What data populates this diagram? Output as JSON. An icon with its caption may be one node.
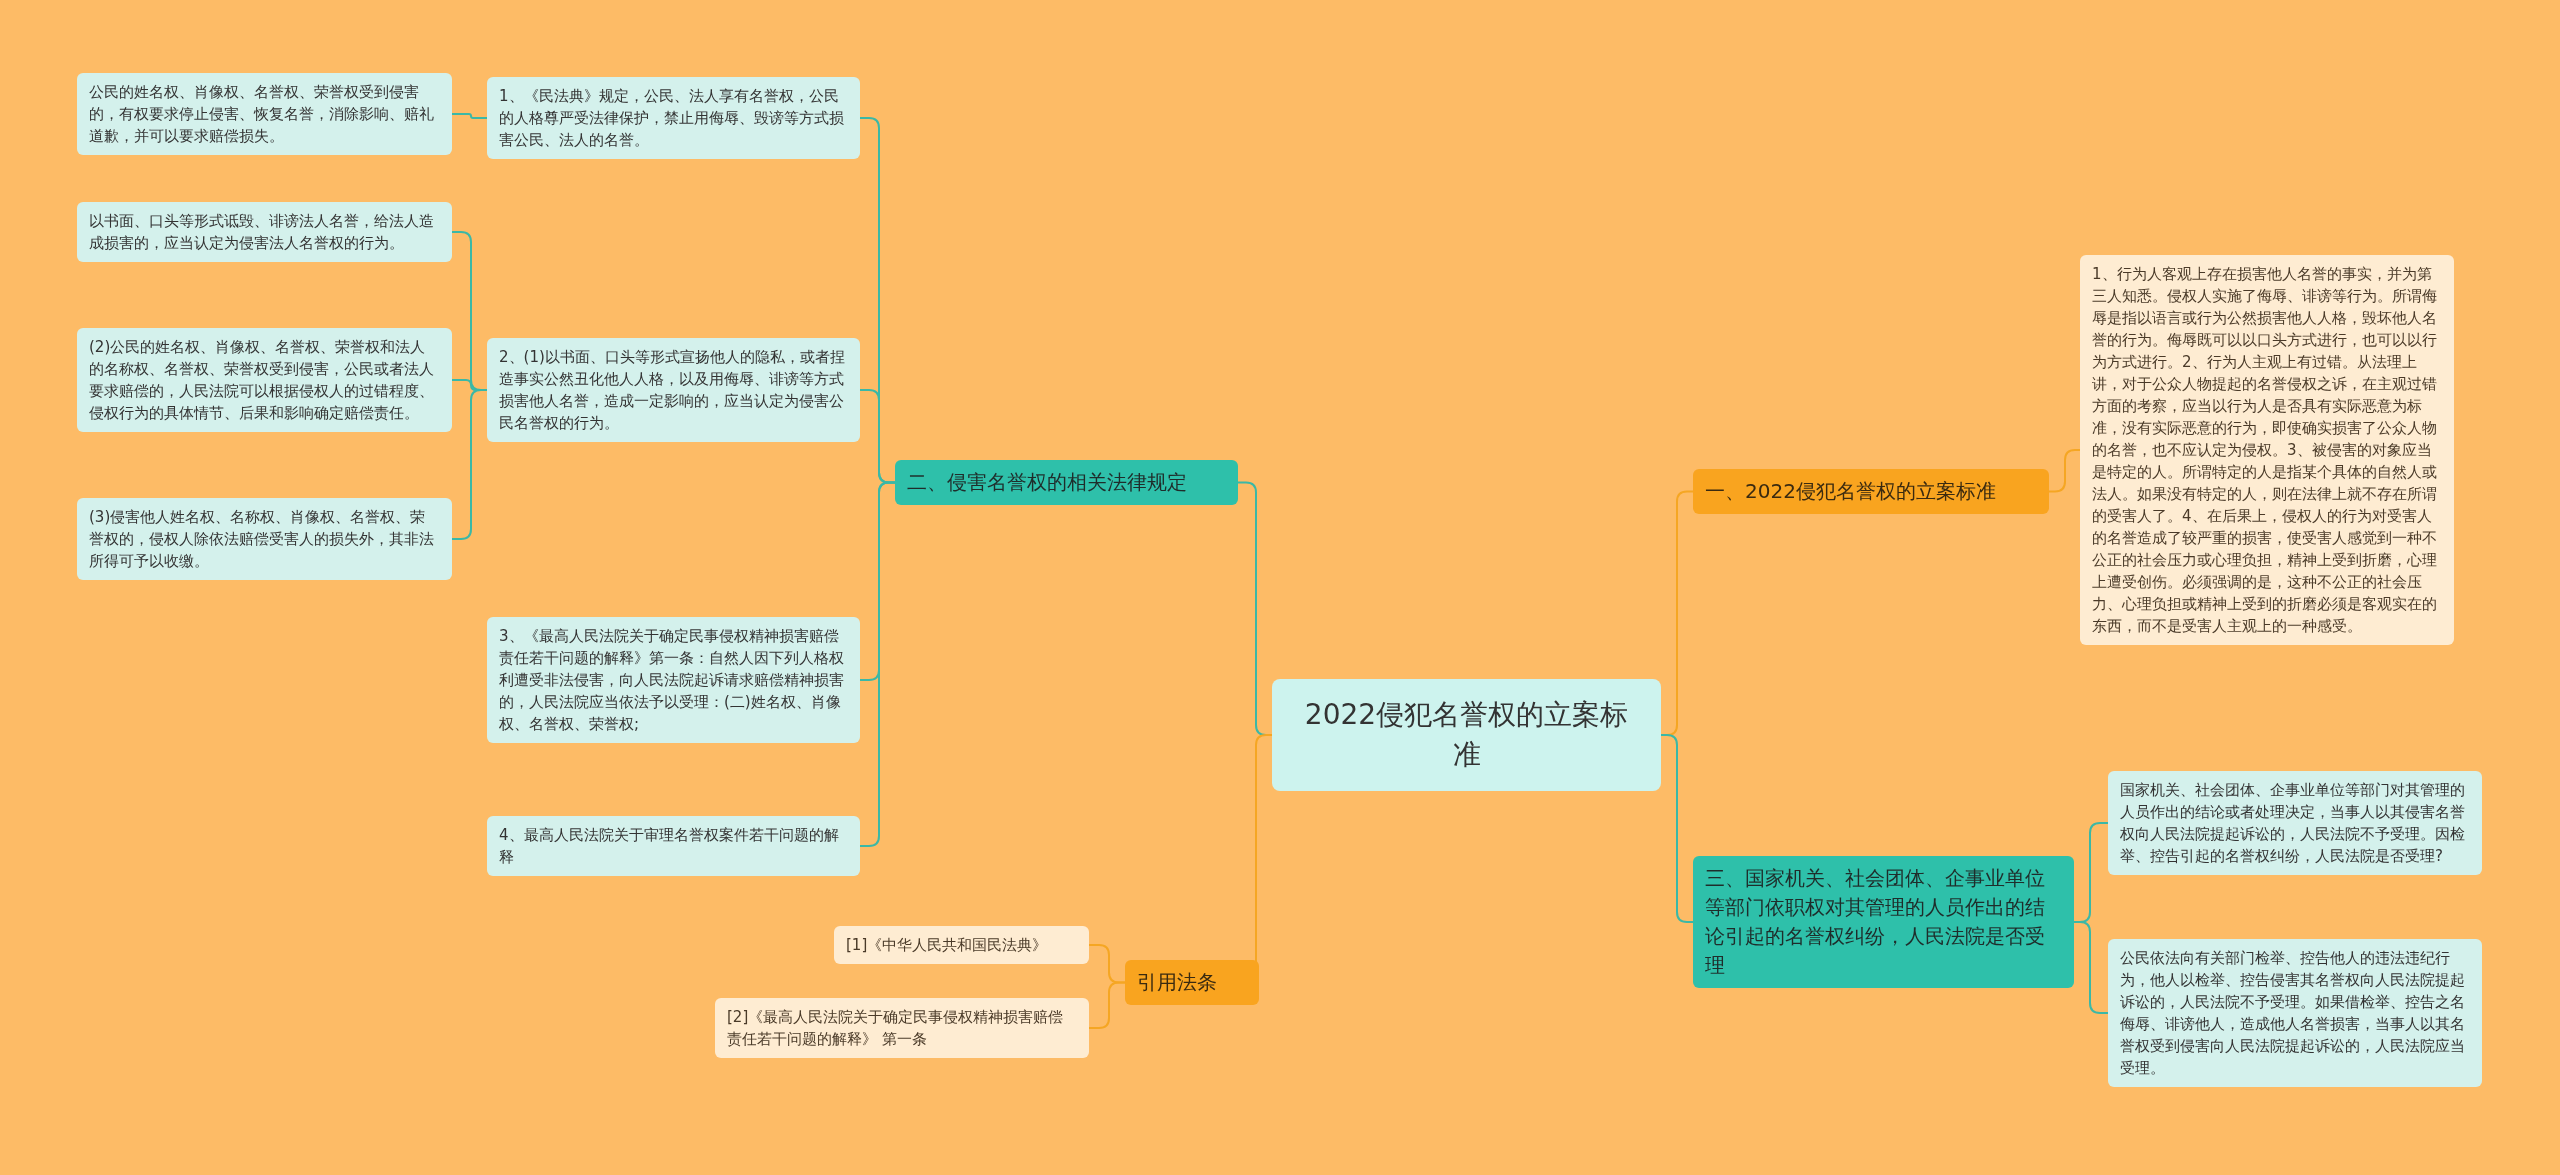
{
  "diagram": {
    "nodes": [
      {
        "text": [
          "2022侵犯名誉权的立案标准"
        ]
      },
      {
        "text": [
          "二、侵害名誉权的相关法律规定"
        ]
      },
      {
        "text": [
          "1、《民法典》规定，公民、法人享有名誉权，公民的人格尊严受法律保护，禁止用侮辱、毁谤等方式损害公民、法人的名誉。"
        ]
      },
      {
        "text": [
          "公民的姓名权、肖像权、名誉权、荣誉权受到侵害的，有权要求停止侵害、恢复名誉，消除影响、赔礼道歉，并可以要求赔偿损失。"
        ]
      },
      {
        "text": [
          "2、(1)以书面、口头等形式宣扬他人的隐私，或者捏造事实公然丑化他人人格，以及用侮辱、诽谤等方式损害他人名誉，造成一定影响的，应当认定为侵害公民名誉权的行为。"
        ]
      },
      {
        "text": [
          "以书面、口头等形式诋毁、诽谤法人名誉，给法人造成损害的，应当认定为侵害法人名誉权的行为。"
        ]
      },
      {
        "text": [
          "(2)公民的姓名权、肖像权、名誉权、荣誉权和法人的名称权、名誉权、荣誉权受到侵害，公民或者法人要求赔偿的，人民法院可以根据侵权人的过错程度、侵权行为的具体情节、后果和影响确定赔偿责任。"
        ]
      },
      {
        "text": [
          "(3)侵害他人姓名权、名称权、肖像权、名誉权、荣誉权的，侵权人除依法赔偿受害人的损失外，其非法所得可予以收缴。"
        ]
      },
      {
        "text": [
          "3、《最高人民法院关于确定民事侵权精神损害赔偿责任若干问题的解释》第一条：自然人因下列人格权利遭受非法侵害，向人民法院起诉请求赔偿精神损害的，人民法院应当依法予以受理：(二)姓名权、肖像权、名誉权、荣誉权;"
        ]
      },
      {
        "text": [
          "4、最高人民法院关于审理名誉权案件若干问题的解释"
        ]
      },
      {
        "text": [
          "引用法条"
        ]
      },
      {
        "text": [
          "[1]《中华人民共和国民法典》"
        ]
      },
      {
        "text": [
          "[2]《最高人民法院关于确定民事侵权精神损害赔偿责任若干问题的解释》 第一条"
        ]
      },
      {
        "text": [
          "一、2022侵犯名誉权的立案标准"
        ]
      },
      {
        "text": [
          "1、行为人客观上存在损害他人名誉的事实，并为第三人知悉。侵权人实施了侮辱、诽谤等行为。所谓侮辱是指以语言或行为公然损害他人人格，毁坏他人名誉的行为。侮辱既可以以口头方式进行，也可以以行为方式进行。2、行为人主观上有过错。从法理上讲，对于公众人物提起的名誉侵权之诉，在主观过错方面的考察，应当以行为人是否具有实际恶意为标准，没有实际恶意的行为，即使确实损害了公众人物的名誉，也不应认定为侵权。3、被侵害的对象应当是特定的人。所谓特定的人是指某个具体的自然人或法人。如果没有特定的人，则在法律上就不存在所谓的受害人了。4、在后果上，侵权人的行为对受害人的名誉造成了较严重的损害，使受害人感觉到一种不公正的社会压力或心理负担，精神上受到折磨，心理上遭受创伤。必须强调的是，这种不公正的社会压力、心理负担或精神上受到的折磨必须是客观实在的东西，而不是受害人主观上的一种感受。"
        ]
      },
      {
        "text": [
          "三、国家机关、社会团体、企事业单位等部门依职权对其管理的人员作出的结论引起的名誉权纠纷，人民法院是否受理"
        ]
      },
      {
        "text": [
          "国家机关、社会团体、企事业单位等部门对其管理的人员作出的结论或者处理决定，当事人以其侵害名誉权向人民法院提起诉讼的，人民法院不予受理。因检举、控告引起的名誉权纠纷，人民法院是否受理?"
        ]
      },
      {
        "text": [
          "公民依法向有关部门检举、控告他人的违法违纪行为，他人以检举、控告侵害其名誉权向人民法院提起诉讼的，人民法院不予受理。如果借检举、控告之名侮辱、诽谤他人，造成他人名誉损害，当事人以其名誉权受到侵害向人民法院提起诉讼的，人民法院应当受理。"
        ]
      }
    ],
    "edges": [
      {
        "from": 0,
        "to": 1,
        "arrow": "none"
      },
      {
        "from": 1,
        "to": 2,
        "arrow": "none"
      },
      {
        "from": 2,
        "to": 3,
        "arrow": "none"
      },
      {
        "from": 1,
        "to": 4,
        "arrow": "none"
      },
      {
        "from": 4,
        "to": 5,
        "arrow": "none"
      },
      {
        "from": 4,
        "to": 6,
        "arrow": "none"
      },
      {
        "from": 4,
        "to": 7,
        "arrow": "none"
      },
      {
        "from": 1,
        "to": 8,
        "arrow": "none"
      },
      {
        "from": 1,
        "to": 9,
        "arrow": "none"
      },
      {
        "from": 0,
        "to": 10,
        "arrow": "none",
        "color": "#f5a623"
      },
      {
        "from": 10,
        "to": 11,
        "arrow": "none",
        "color": "#f5a623"
      },
      {
        "from": 10,
        "to": 12,
        "arrow": "none",
        "color": "#f5a623"
      },
      {
        "from": 0,
        "to": 13,
        "arrow": "none",
        "color": "#f5a623"
      },
      {
        "from": 13,
        "to": 14,
        "arrow": "none",
        "color": "#f5a623"
      },
      {
        "from": 0,
        "to": 15,
        "arrow": "none"
      },
      {
        "from": 15,
        "to": 16,
        "arrow": "none"
      },
      {
        "from": 15,
        "to": 17,
        "arrow": "none"
      }
    ]
  }
}
